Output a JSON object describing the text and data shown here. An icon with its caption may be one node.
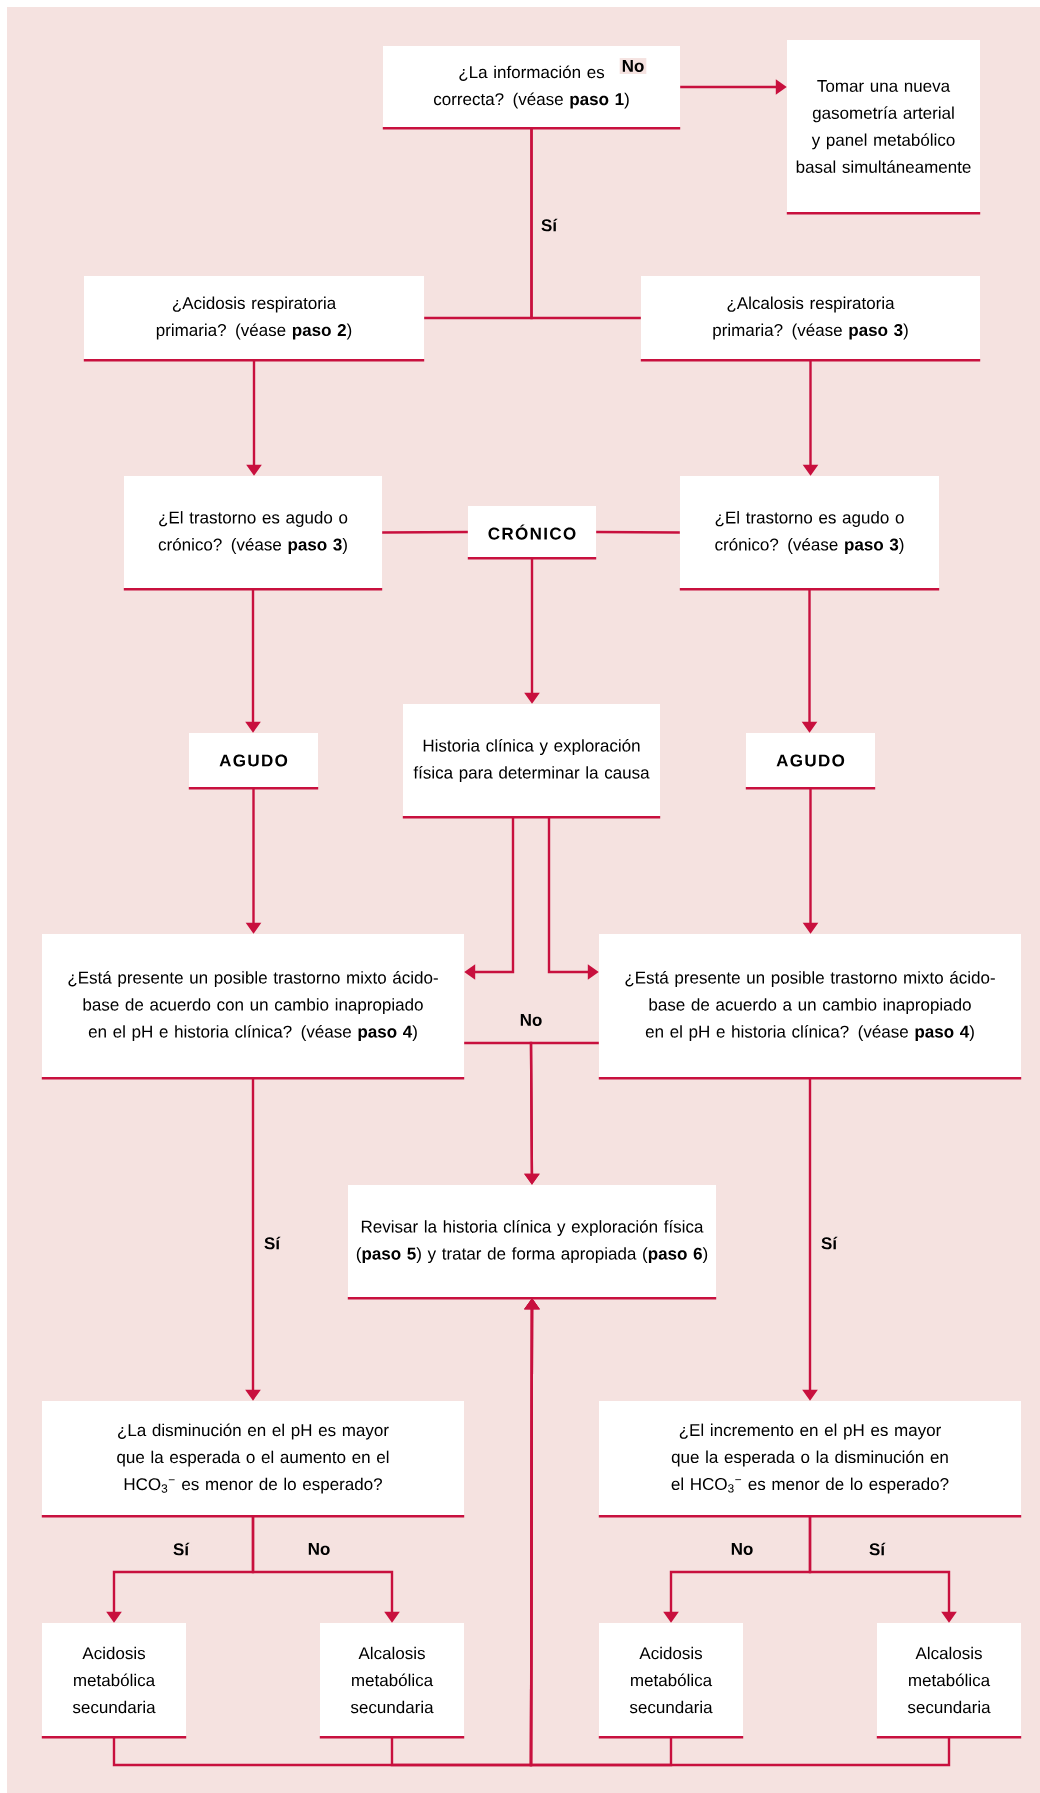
{
  "diagram": {
    "nodes": [
      {
        "text": [
          "¿La información es correcta? (véase **paso 1**)"
        ]
      },
      {
        "text": [
          "Tomar una nueva gasometría arterial y panel metabólico basal simultáneamente"
        ]
      },
      {
        "text": [
          "¿Acidosis respiratoria primaria? (véase **paso 2**)"
        ]
      },
      {
        "text": [
          "¿Alcalosis respiratoria primaria? (véase **paso 3**)"
        ]
      },
      {
        "text": [
          "¿El trastorno es agudo o crónico? (véase **paso 3**)"
        ]
      },
      {
        "text": [
          "CRÓNICO"
        ]
      },
      {
        "text": [
          "¿El trastorno es agudo o crónico? (véase **paso 3**)"
        ]
      },
      {
        "text": [
          "AGUDO"
        ]
      },
      {
        "text": [
          "Historia clínica y exploración física para determinar la causa"
        ]
      },
      {
        "text": [
          "AGUDO"
        ]
      },
      {
        "text": [
          "¿Está presente un posible trastorno mixto ácido-base de acuerdo con un cambio inapropiado en el pH e historia clínica? (véase **paso 4**)"
        ]
      },
      {
        "text": [
          "¿Está presente un posible trastorno mixto ácido-base de acuerdo a un cambio inapropiado en el pH e historia clínica? (véase **paso 4**)"
        ]
      },
      {
        "text": [
          "Revisar la historia clínica y exploración física (**paso 5**) y tratar de forma apropiada (**paso 6**)"
        ]
      },
      {
        "text": [
          "¿La disminución en el pH es mayor que la esperada o el aumento en el HCO$_{3}$$^{−}$ es menor de lo esperado?"
        ]
      },
      {
        "text": [
          "¿El incremento en el pH es mayor que la esperada o la disminución en el HCO$_{3}$$^{−}$ es menor de lo esperado?"
        ]
      },
      {
        "text": [
          "Acidosis metabólica secundaria"
        ]
      },
      {
        "text": [
          "Alcalosis metabólica secundaria"
        ]
      },
      {
        "text": [
          "Acidosis metabólica secundaria"
        ]
      },
      {
        "text": [
          "Alcalosis metabólica secundaria"
        ]
      }
    ],
    "edges": [
      {
        "from": 0,
        "to": 1,
        "arrow": "to",
        "label": "No"
      },
      {
        "from": 0,
        "to": 2,
        "arrow": "none",
        "label": "Sí"
      },
      {
        "from": 0,
        "to": 3,
        "arrow": "none"
      },
      {
        "from": 2,
        "to": 4,
        "arrow": "to"
      },
      {
        "from": 3,
        "to": 6,
        "arrow": "to"
      },
      {
        "from": 4,
        "to": 5,
        "arrow": "none"
      },
      {
        "from": 6,
        "to": 5,
        "arrow": "none"
      },
      {
        "from": 5,
        "to": 8,
        "arrow": "to"
      },
      {
        "from": 4,
        "to": 7,
        "arrow": "to"
      },
      {
        "from": 6,
        "to": 9,
        "arrow": "to"
      },
      {
        "from": 7,
        "to": 10,
        "arrow": "to"
      },
      {
        "from": 9,
        "to": 11,
        "arrow": "to"
      },
      {
        "from": 8,
        "to": 10,
        "arrow": "to"
      },
      {
        "from": 8,
        "to": 11,
        "arrow": "to"
      },
      {
        "from": 10,
        "to": 12,
        "arrow": "to",
        "label": "No"
      },
      {
        "from": 11,
        "to": 12,
        "arrow": "to"
      },
      {
        "from": 10,
        "to": 13,
        "arrow": "to",
        "label": "Sí"
      },
      {
        "from": 11,
        "to": 14,
        "arrow": "to",
        "label": "Sí"
      },
      {
        "from": 13,
        "to": 15,
        "arrow": "to",
        "label": "Sí"
      },
      {
        "from": 13,
        "to": 16,
        "arrow": "to",
        "label": "No"
      },
      {
        "from": 14,
        "to": 17,
        "arrow": "to",
        "label": "No"
      },
      {
        "from": 14,
        "to": 18,
        "arrow": "to",
        "label": "Sí"
      },
      {
        "from": 15,
        "to": 12,
        "arrow": "to"
      },
      {
        "from": 16,
        "to": 12,
        "arrow": "to"
      },
      {
        "from": 17,
        "to": 12,
        "arrow": "to"
      },
      {
        "from": 18,
        "to": 12,
        "arrow": "to"
      }
    ]
  }
}
